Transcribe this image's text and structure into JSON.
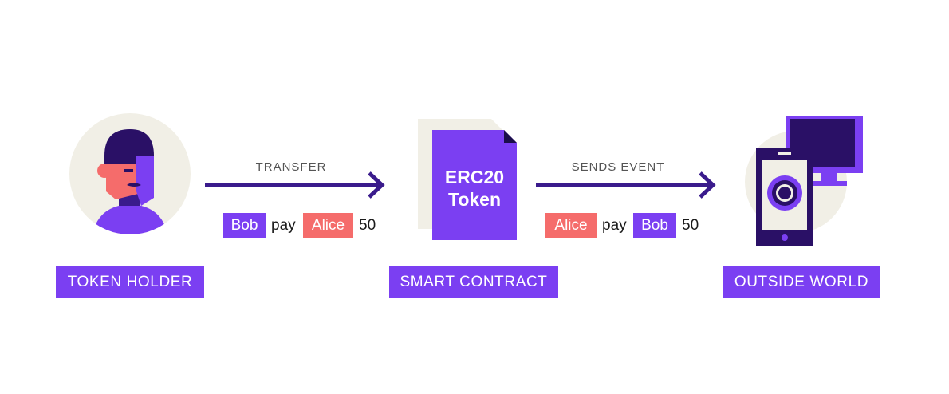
{
  "nodes": {
    "holder": {
      "label": "TOKEN HOLDER"
    },
    "contract": {
      "label": "SMART CONTRACT",
      "doc_line1": "ERC20",
      "doc_line2": "Token"
    },
    "world": {
      "label": "OUTSIDE WORLD"
    }
  },
  "edges": {
    "transfer": {
      "label": "TRANSFER",
      "message": {
        "from": "Bob",
        "verb": "pay",
        "to": "Alice",
        "amount": "50"
      }
    },
    "event": {
      "label": "SENDS EVENT",
      "message": {
        "from": "Alice",
        "verb": "pay",
        "to": "Bob",
        "amount": "50"
      }
    }
  },
  "colors": {
    "purple": "#7b3ff2",
    "dark_purple": "#3a1b8c",
    "coral": "#f56c6b",
    "cream": "#f1efe6",
    "navy": "#1b0f4a"
  }
}
